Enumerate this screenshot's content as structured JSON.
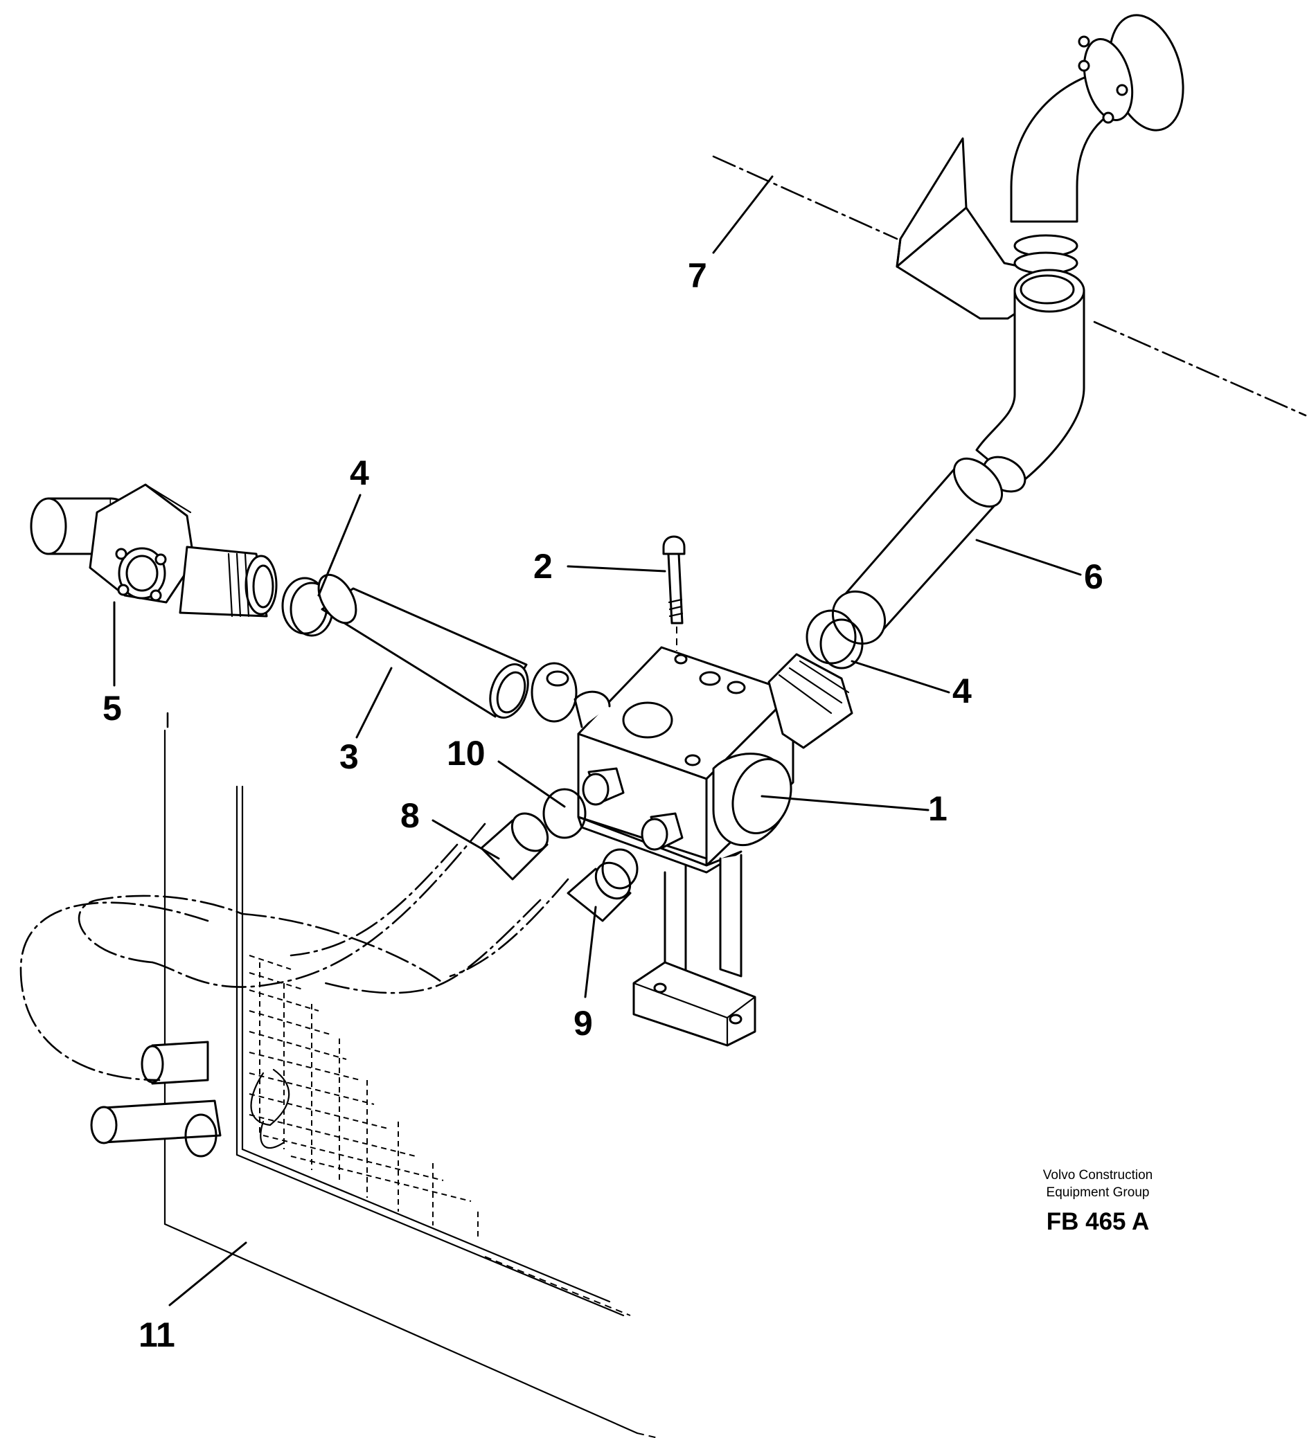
{
  "callouts": {
    "c1": "1",
    "c2": "2",
    "c3": "3",
    "c4a": "4",
    "c4b": "4",
    "c5": "5",
    "c6": "6",
    "c7": "7",
    "c8": "8",
    "c9": "9",
    "c10": "10",
    "c11": "11"
  },
  "publisher": {
    "line1": "Volvo Construction",
    "line2": "Equipment Group",
    "code": "FB 465 A"
  }
}
